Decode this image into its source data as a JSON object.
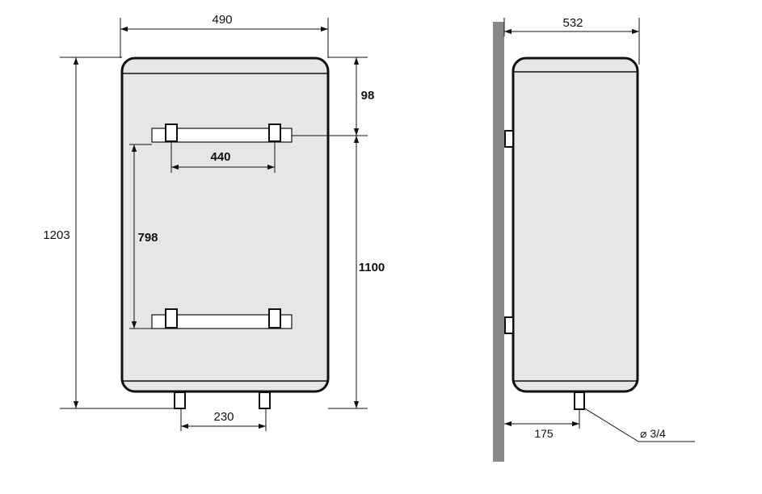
{
  "front_view": {
    "width_label": "490",
    "top_offset_label": "98",
    "bracket_spacing_label": "440",
    "bracket_vertical_label": "798",
    "total_height_label": "1203",
    "mount_height_label": "1100",
    "pipe_spacing_label": "230"
  },
  "side_view": {
    "depth_label": "532",
    "pipe_offset_label": "175",
    "pipe_diameter_label": "⌀ 3/4"
  },
  "colors": {
    "tank_fill": "#e6e6e6",
    "outline": "#111111",
    "wall": "#888888"
  }
}
